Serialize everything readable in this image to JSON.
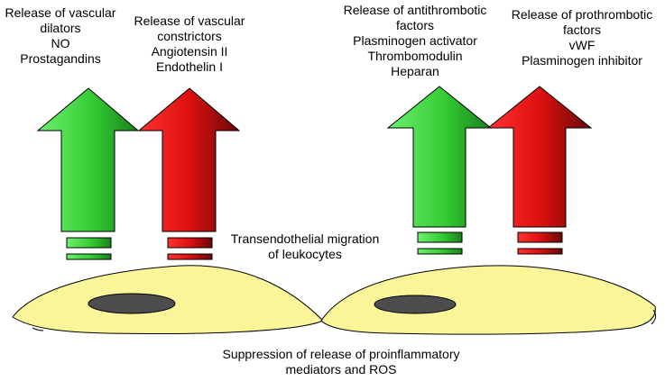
{
  "labels": {
    "dilators": [
      "Release of vascular",
      "dilators",
      "NO",
      "Prostagandins"
    ],
    "constrictors": [
      "Release of vascular",
      "constrictors",
      "Angiotensin II",
      "Endothelin I"
    ],
    "antithrombotic": [
      "Release of antithrombotic",
      "factors",
      "Plasminogen activator",
      "Thrombomodulin",
      "Heparan"
    ],
    "prothrombotic": [
      "Release of prothrombotic",
      "factors",
      "vWF",
      "Plasminogen inhibitor"
    ],
    "migration": [
      "Transendothelial migration",
      "of leukocytes"
    ],
    "suppression": [
      "Suppression of release of proinflammatory",
      "mediators and  ROS"
    ]
  },
  "colors": {
    "green_light": "#66ee66",
    "green_dark": "#1e8a1e",
    "red_light": "#ff2a2a",
    "red_dark": "#6e0a0a",
    "cell_fill": "#fbf59a",
    "nucleus": "#4d4d4d"
  }
}
